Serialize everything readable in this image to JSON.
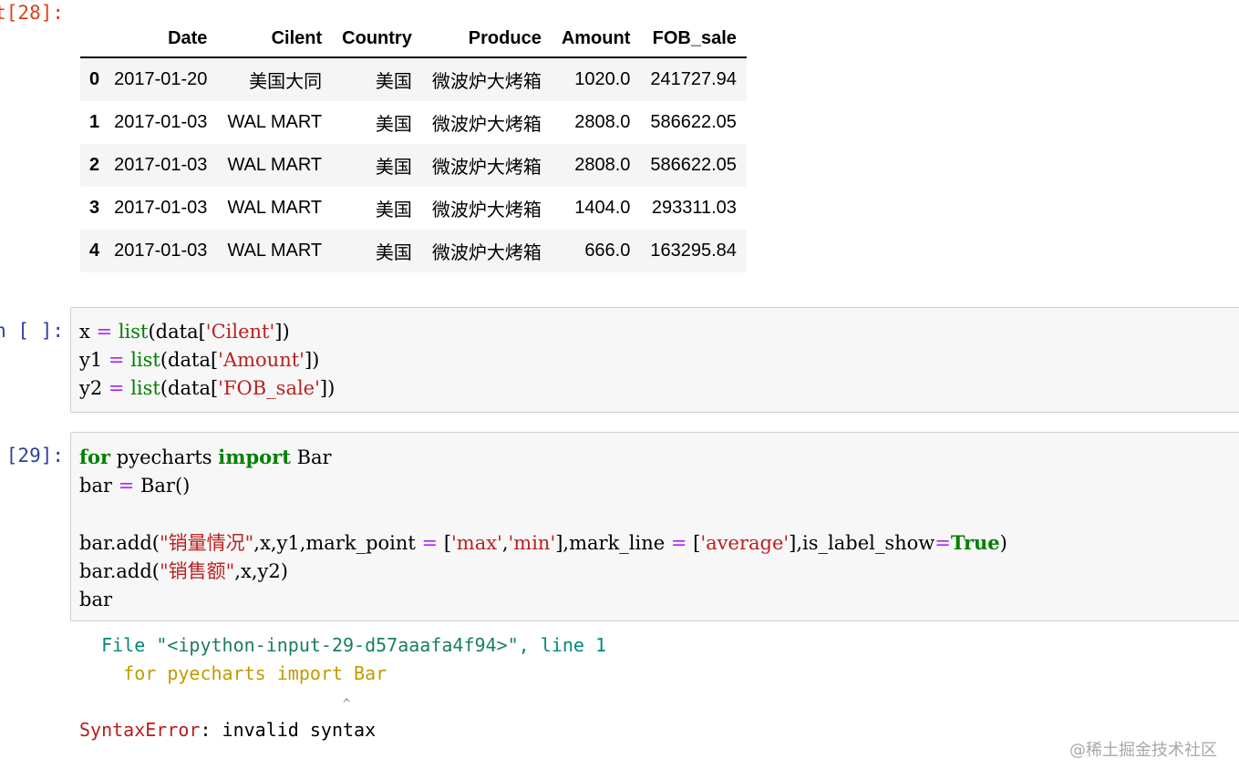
{
  "out28_prompt": "t[28]:",
  "df": {
    "columns": [
      "Date",
      "Cilent",
      "Country",
      "Produce",
      "Amount",
      "FOB_sale"
    ],
    "rows": [
      {
        "index": "0",
        "date": "2017-01-20",
        "client": "美国大同",
        "country": "美国",
        "produce": "微波炉大烤箱",
        "amount": "1020.0",
        "fob": "241727.94"
      },
      {
        "index": "1",
        "date": "2017-01-03",
        "client": "WAL MART",
        "country": "美国",
        "produce": "微波炉大烤箱",
        "amount": "2808.0",
        "fob": "586622.05"
      },
      {
        "index": "2",
        "date": "2017-01-03",
        "client": "WAL MART",
        "country": "美国",
        "produce": "微波炉大烤箱",
        "amount": "2808.0",
        "fob": "586622.05"
      },
      {
        "index": "3",
        "date": "2017-01-03",
        "client": "WAL MART",
        "country": "美国",
        "produce": "微波炉大烤箱",
        "amount": "1404.0",
        "fob": "293311.03"
      },
      {
        "index": "4",
        "date": "2017-01-03",
        "client": "WAL MART",
        "country": "美国",
        "produce": "微波炉大烤箱",
        "amount": "666.0",
        "fob": "163295.84"
      }
    ]
  },
  "cell1": {
    "prompt": "n [ ]:",
    "l1": {
      "a": "x ",
      "op": "=",
      "b": " ",
      "fn": "list",
      "c": "(data[",
      "s": "'Cilent'",
      "d": "])"
    },
    "l2": {
      "a": "y1 ",
      "op": "=",
      "b": " ",
      "fn": "list",
      "c": "(data[",
      "s": "'Amount'",
      "d": "])"
    },
    "l3": {
      "a": "y2 ",
      "op": "=",
      "b": " ",
      "fn": "list",
      "c": "(data[",
      "s": "'FOB_sale'",
      "d": "])"
    }
  },
  "cell2": {
    "prompt": "[29]:",
    "l1": {
      "kw1": "for",
      "a": " pyecharts ",
      "kw2": "import",
      "b": " Bar"
    },
    "l2": {
      "a": "bar ",
      "op": "=",
      "b": " Bar()"
    },
    "l4": {
      "a": "bar.add(",
      "s1": "\"销量情况\"",
      "b": ",x,y1,mark_point ",
      "op1": "=",
      "c": " [",
      "s2": "'max'",
      "d": ",",
      "s3": "'min'",
      "e": "],mark_line ",
      "op2": "=",
      "f": " [",
      "s4": "'average'",
      "g": "],is_label_show",
      "op3": "=",
      "t": "True",
      "h": ")"
    },
    "l5": {
      "a": "bar.add(",
      "s": "\"销售额\"",
      "b": ",x,y2)"
    },
    "l6": "bar"
  },
  "traceback": {
    "file_word": "File",
    "file_name": "\"<ipython-input-29-d57aaafa4f94>\"",
    "line_text": ", line 1",
    "code": "for pyecharts import Bar",
    "caret": "^",
    "err_name": "SyntaxError",
    "err_msg": ": invalid syntax"
  },
  "watermark": "@稀土掘金技术社区"
}
